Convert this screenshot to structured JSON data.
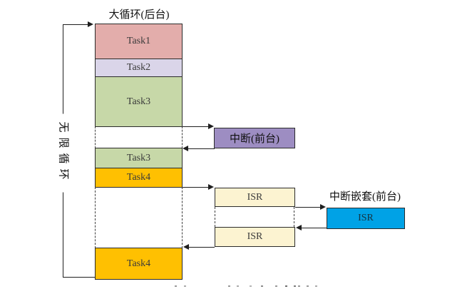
{
  "title": "大循环(后台)",
  "loop_label": "无限循环",
  "stack": {
    "task1": "Task1",
    "task2": "Task2",
    "task3a": "Task3",
    "task3b": "Task3",
    "task4a": "Task4",
    "task4b": "Task4"
  },
  "interrupt": {
    "label": "中断(前台)"
  },
  "isr": {
    "first": "ISR",
    "second": "ISR"
  },
  "nested": {
    "title": "中断嵌套(前台)",
    "isr": "ISR"
  },
  "colors": {
    "task1": "#e3adab",
    "task2": "#dad5e9",
    "task3": "#c7d8a8",
    "task4": "#ffc001",
    "interrupt": "#9d8dc2",
    "isr_bg": "#fcf3d1",
    "nested_isr": "#00a2e6",
    "line": "#1f1f1f"
  }
}
